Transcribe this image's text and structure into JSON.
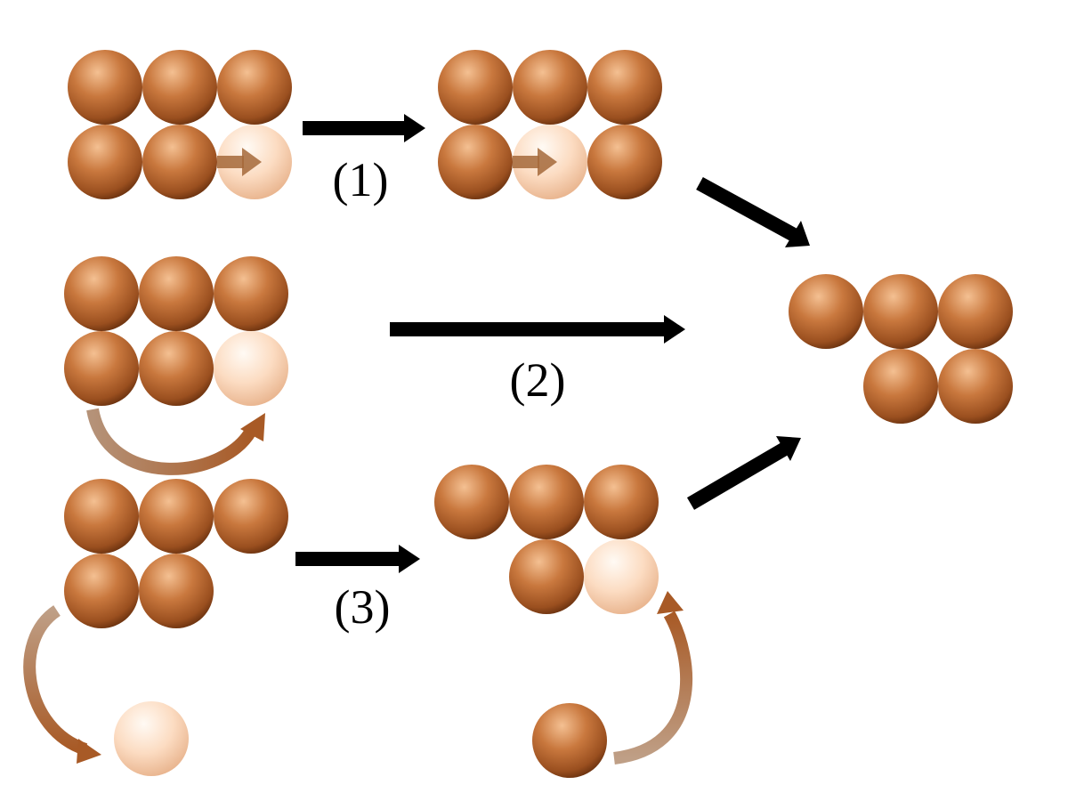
{
  "pathways": [
    {
      "id": "1",
      "label": "(1)"
    },
    {
      "id": "2",
      "label": "(2)"
    },
    {
      "id": "3",
      "label": "(3)"
    }
  ],
  "colors": {
    "atom_main": "#b8652e",
    "atom_highlight": "#f2b888",
    "atom_shadow": "#6e3410",
    "vacancy_main": "#fbd9bd",
    "vacancy_highlight": "#fff5ec",
    "vacancy_edge": "#e7b08a",
    "hop_arrow": "#a5693a",
    "process_arrow": "#000000"
  }
}
